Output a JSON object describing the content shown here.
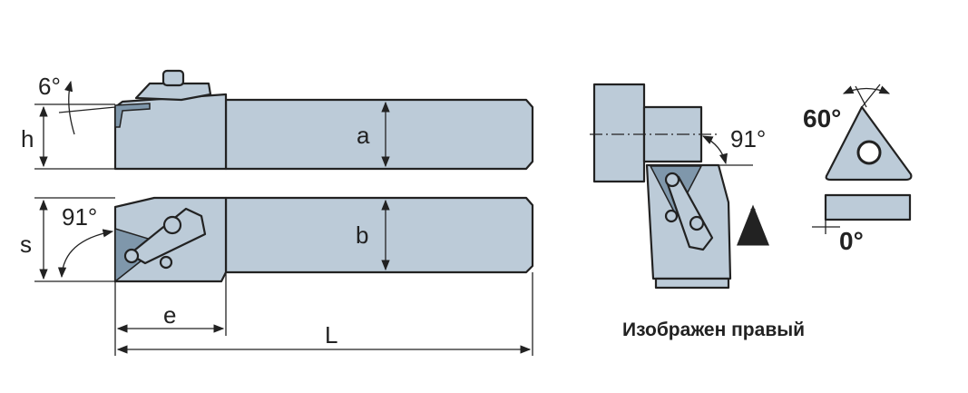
{
  "labels": {
    "angle_top": "6°",
    "h": "h",
    "a": "a",
    "s": "s",
    "angle_side": "91°",
    "b": "b",
    "e": "e",
    "L": "L",
    "angle_view": "91°",
    "insert_angle": "60°",
    "clearance_angle": "0°"
  },
  "caption": "Изображен правый",
  "colors": {
    "body": "#bccbd8",
    "insert": "#7f97ab",
    "line": "#222222"
  }
}
